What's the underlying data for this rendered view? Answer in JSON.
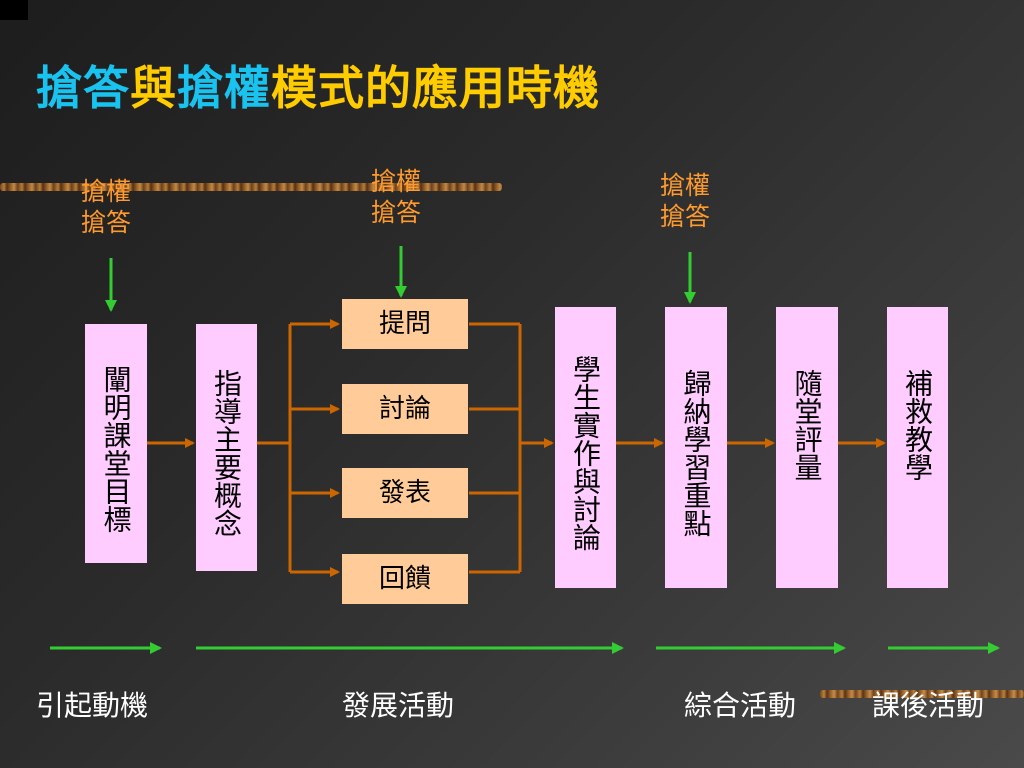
{
  "title": {
    "part1": "搶答",
    "part2": "與",
    "part3": "搶權",
    "part4": "模式的應用時機"
  },
  "colors": {
    "title_cyan": "#19c3f0",
    "title_yellow": "#ffcc00",
    "trigger_orange": "#ff9a2e",
    "connector_orange": "#cc6600",
    "green_arrow": "#33cc33",
    "pink_box": "#ffccff",
    "peach_box": "#ffcc99"
  },
  "triggers": [
    {
      "line1": "搶權",
      "line2": "搶答"
    },
    {
      "line1": "搶權",
      "line2": "搶答"
    },
    {
      "line1": "搶權",
      "line2": "搶答"
    }
  ],
  "boxes": {
    "clarify_objectives": "闡明課堂目標",
    "guide_concepts": "指導主要概念",
    "question": "提問",
    "discussion": "討論",
    "presentation": "發表",
    "feedback": "回饋",
    "practice_discussion": "學生實作與討論",
    "summarize_key_points": "歸納學習重點",
    "classroom_assessment": "隨堂評量",
    "remedial_teaching": "補救教學"
  },
  "stages": {
    "motivation": "引起動機",
    "development": "發展活動",
    "synthesis": "綜合活動",
    "after_class": "課後活動"
  }
}
